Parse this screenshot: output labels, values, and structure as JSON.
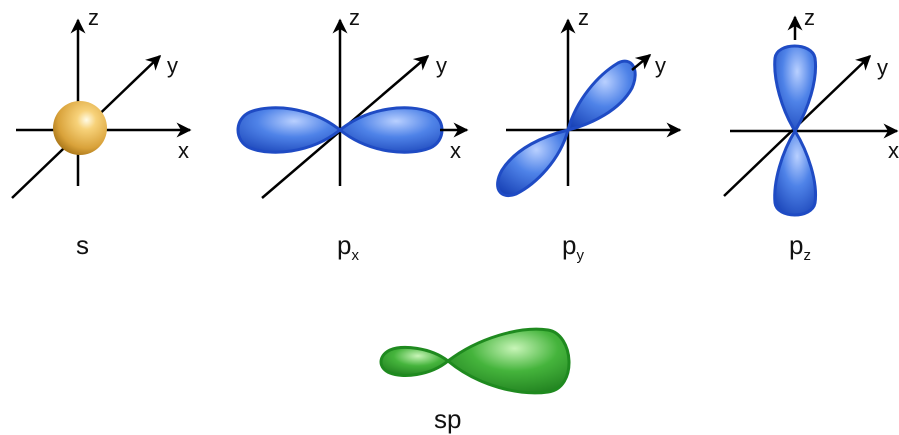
{
  "colors": {
    "axis": "#000000",
    "s_orbital": "#e0a93c",
    "p_orbital": "#2f63d6",
    "sp_orbital": "#2aa02a"
  },
  "axes": {
    "x": "x",
    "y": "y",
    "z": "z"
  },
  "orbitals": [
    {
      "id": "s",
      "base": "s",
      "sub": ""
    },
    {
      "id": "px",
      "base": "p",
      "sub": "x"
    },
    {
      "id": "py",
      "base": "p",
      "sub": "y"
    },
    {
      "id": "pz",
      "base": "p",
      "sub": "z"
    },
    {
      "id": "sp",
      "base": "sp",
      "sub": ""
    }
  ]
}
